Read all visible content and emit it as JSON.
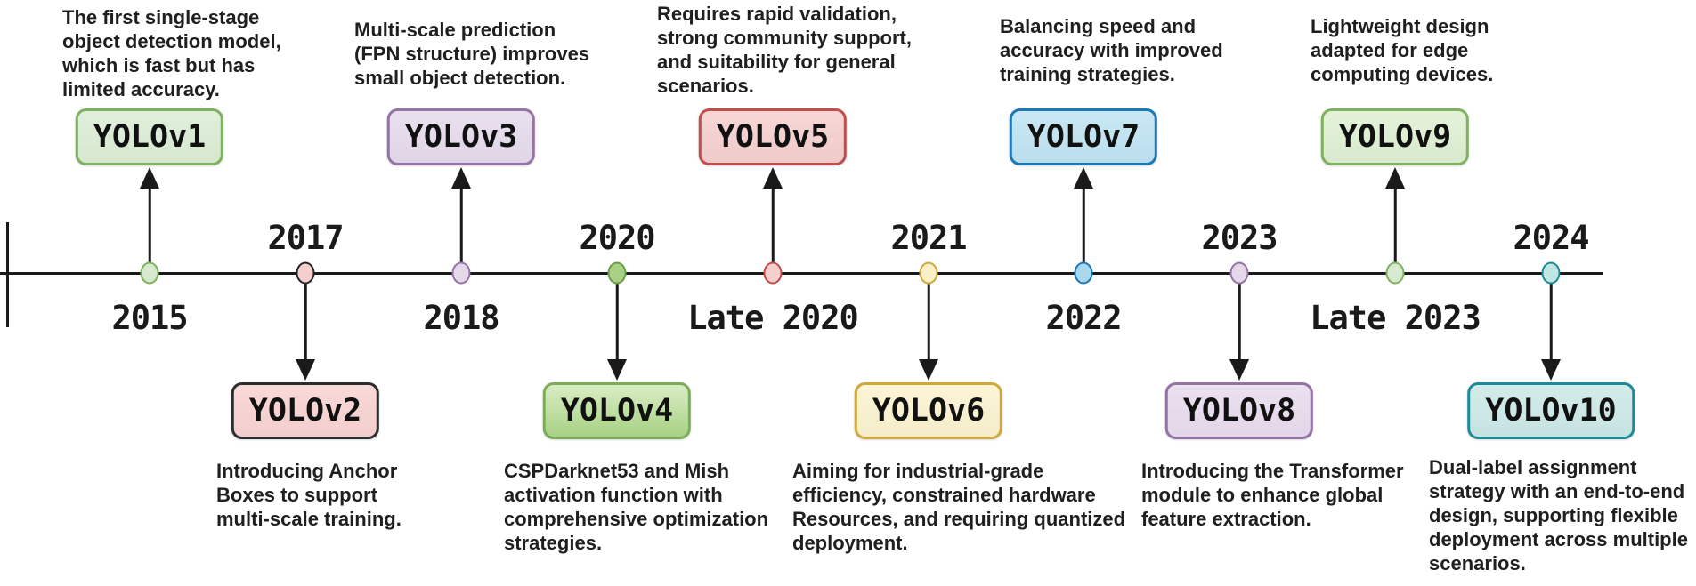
{
  "timeline": {
    "axis_color": "#1a1a1a",
    "items": [
      {
        "version": "YOLOv1",
        "year": "2015",
        "badge_position": "above",
        "badge_fill": "#dcedd5",
        "badge_border": "#7fb25f",
        "dot_fill": "#d7e9cf",
        "dot_border": "#7fb25f",
        "description_lines": [
          "The first single-stage",
          "object detection model,",
          "which is fast but has",
          "limited accuracy."
        ]
      },
      {
        "version": "YOLOv2",
        "year": "2017",
        "badge_position": "below",
        "badge_fill": "#f9d3d3",
        "badge_border": "#2d2d2d",
        "dot_fill": "#f6cfcd",
        "dot_border": "#262626",
        "description_lines": [
          "Introducing Anchor",
          "Boxes to support",
          "multi-scale training."
        ]
      },
      {
        "version": "YOLOv3",
        "year": "2018",
        "badge_position": "above",
        "badge_fill": "#e6dbec",
        "badge_border": "#9673a6",
        "dot_fill": "#e4d8ea",
        "dot_border": "#9673a6",
        "description_lines": [
          "Multi-scale prediction",
          "(FPN structure) improves",
          "small object detection."
        ]
      },
      {
        "version": "YOLOv4",
        "year": "2020",
        "badge_position": "below",
        "badge_fill": "#d9edc4",
        "badge_fill2": "#a8d184",
        "badge_border": "#7cab5a",
        "dot_fill": "#a8d184",
        "dot_border": "#6a9e49",
        "description_lines": [
          "CSPDarknet53 and Mish",
          "activation function with",
          "comprehensive optimization",
          "strategies."
        ]
      },
      {
        "version": "YOLOv5",
        "year": "Late 2020",
        "badge_position": "above",
        "badge_fill": "#f6d0cf",
        "badge_border": "#bf4e4c",
        "dot_fill": "#f6cfcd",
        "dot_border": "#bf4e4c",
        "description_lines": [
          "Requires rapid validation,",
          "strong community support,",
          "and suitability for general",
          "scenarios."
        ]
      },
      {
        "version": "YOLOv6",
        "year": "2021",
        "badge_position": "below",
        "badge_fill": "#fbf3d0",
        "badge_border": "#cfa93e",
        "dot_fill": "#faf0c8",
        "dot_border": "#cfa93e",
        "description_lines": [
          "Aiming for industrial-grade",
          "efficiency, constrained hardware",
          "Resources, and requiring quantized",
          "deployment."
        ]
      },
      {
        "version": "YOLOv7",
        "year": "2022",
        "badge_position": "above",
        "badge_fill": "#c1e4f3",
        "badge_border": "#1d79b5",
        "dot_fill": "#a9d8ec",
        "dot_border": "#1d79b5",
        "description_lines": [
          "Balancing speed and",
          "accuracy with improved",
          "training strategies."
        ]
      },
      {
        "version": "YOLOv8",
        "year": "2023",
        "badge_position": "below",
        "badge_fill": "#e8dcee",
        "badge_border": "#9673a6",
        "dot_fill": "#e4d8ea",
        "dot_border": "#9673a6",
        "description_lines": [
          "Introducing the Transformer",
          "module to enhance global",
          "feature extraction."
        ]
      },
      {
        "version": "YOLOv9",
        "year": "Late 2023",
        "badge_position": "above",
        "badge_fill": "#dff0d3",
        "badge_border": "#7fb25f",
        "dot_fill": "#d7e9cf",
        "dot_border": "#7fb25f",
        "description_lines": [
          "Lightweight design",
          "adapted for edge",
          "computing devices."
        ]
      },
      {
        "version": "YOLOv10",
        "year": "2024",
        "badge_position": "below",
        "badge_fill": "#cce9e7",
        "badge_border": "#1e8a96",
        "dot_fill": "#bfe6e3",
        "dot_border": "#1e8a96",
        "description_lines": [
          "Dual-label assignment",
          "strategy with an end-to-end",
          "design, supporting flexible",
          "deployment across multiple",
          "scenarios."
        ]
      }
    ]
  }
}
